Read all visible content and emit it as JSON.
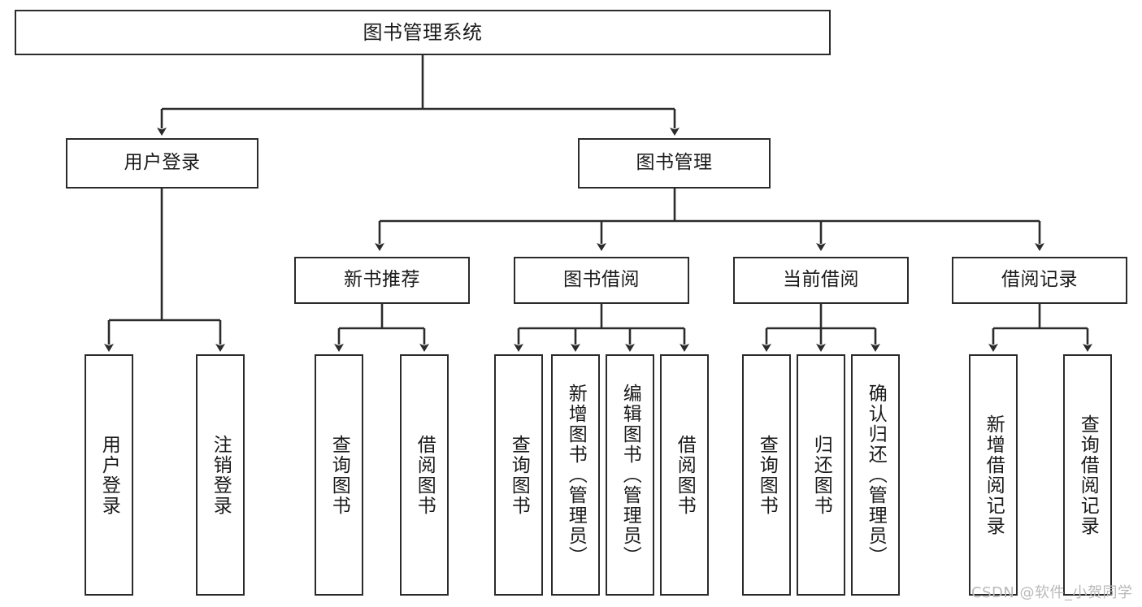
{
  "diagram": {
    "title": "图书管理系统",
    "type": "hierarchy-tree",
    "levels": 4,
    "root": {
      "label": "图书管理系统"
    },
    "level2": [
      {
        "label": "用户登录"
      },
      {
        "label": "图书管理"
      }
    ],
    "level3": [
      {
        "label": "新书推荐"
      },
      {
        "label": "图书借阅"
      },
      {
        "label": "当前借阅"
      },
      {
        "label": "借阅记录"
      }
    ],
    "leaves": [
      {
        "label": "用户登录"
      },
      {
        "label": "注销登录"
      },
      {
        "label": "查询图书"
      },
      {
        "label": "借阅图书"
      },
      {
        "label": "查询图书"
      },
      {
        "label": "新增图书（管理员）"
      },
      {
        "label": "编辑图书（管理员）"
      },
      {
        "label": "借阅图书"
      },
      {
        "label": "查询图书"
      },
      {
        "label": "归还图书"
      },
      {
        "label": "确认归还（管理员）"
      },
      {
        "label": "新增借阅记录"
      },
      {
        "label": "查询借阅记录"
      }
    ]
  },
  "watermark": {
    "text": "CSDN @软件_小贺同学"
  },
  "colors": {
    "stroke": "#2b2b2b",
    "fill": "#ffffff",
    "text": "#1a1a1a",
    "watermark": "#b9b9b9"
  }
}
